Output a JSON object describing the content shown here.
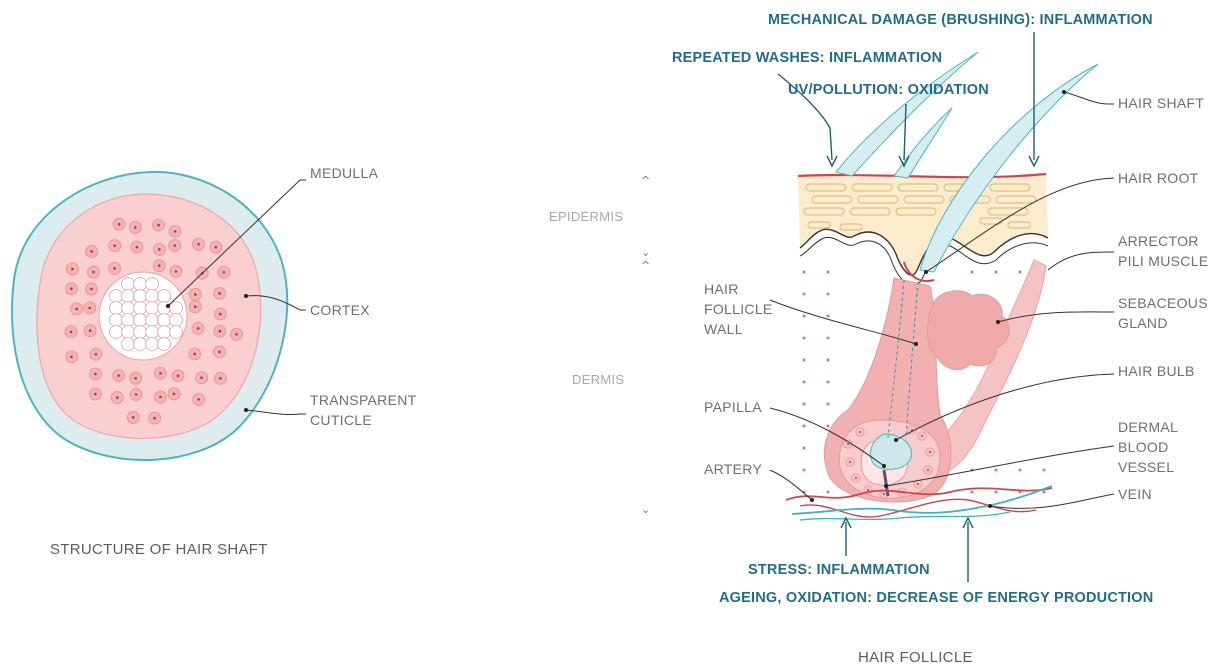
{
  "shaft_section": {
    "caption": "STRUCTURE OF HAIR SHAFT",
    "medulla": "MEDULLA",
    "cortex": "CORTEX",
    "cuticle": [
      "TRANSPARENT",
      "CUTICLE"
    ]
  },
  "follicle": {
    "caption": "HAIR FOLLICLE",
    "layers": {
      "epidermis": "EPIDERMIS",
      "dermis": "DERMIS"
    },
    "labels": {
      "hair_shaft": "HAIR SHAFT",
      "hair_root": "HAIR ROOT",
      "arrector": [
        "ARRECTOR",
        "PILI MUSCLE"
      ],
      "sebaceous": [
        "SEBACEOUS",
        "GLAND"
      ],
      "hair_bulb": "HAIR BULB",
      "dermal": [
        "DERMAL",
        "BLOOD",
        "VESSEL"
      ],
      "vein": "VEIN",
      "follicle_wall": [
        "HAIR",
        "FOLLICLE",
        "WALL"
      ],
      "papilla": "PAPILLA",
      "artery": "ARTERY"
    },
    "factors": {
      "mechanical": "MECHANICAL DAMAGE (BRUSHING): INFLAMMATION",
      "washes": "REPEATED WASHES: INFLAMMATION",
      "uv": "UV/POLLUTION: OXIDATION",
      "stress": "STRESS: INFLAMMATION",
      "ageing": "AGEING, OXIDATION: DECREASE OF ENERGY PRODUCTION"
    }
  },
  "colors": {
    "cuticle": "#dcecef",
    "cuticle_edge": "#4fb3bf",
    "cortex": "#f9cfcf",
    "cell": "#f0a3a3",
    "medulla": "#ffffff",
    "factor_text": "#1f6d8a",
    "epidermis": "#fbeccb",
    "skin_line": "#d2434f",
    "follicle": "#f2b0b0",
    "artery": "#d2434f",
    "vein": "#3fb3bf"
  },
  "icons": [
    "chevron-up-icon",
    "chevron-down-icon"
  ]
}
